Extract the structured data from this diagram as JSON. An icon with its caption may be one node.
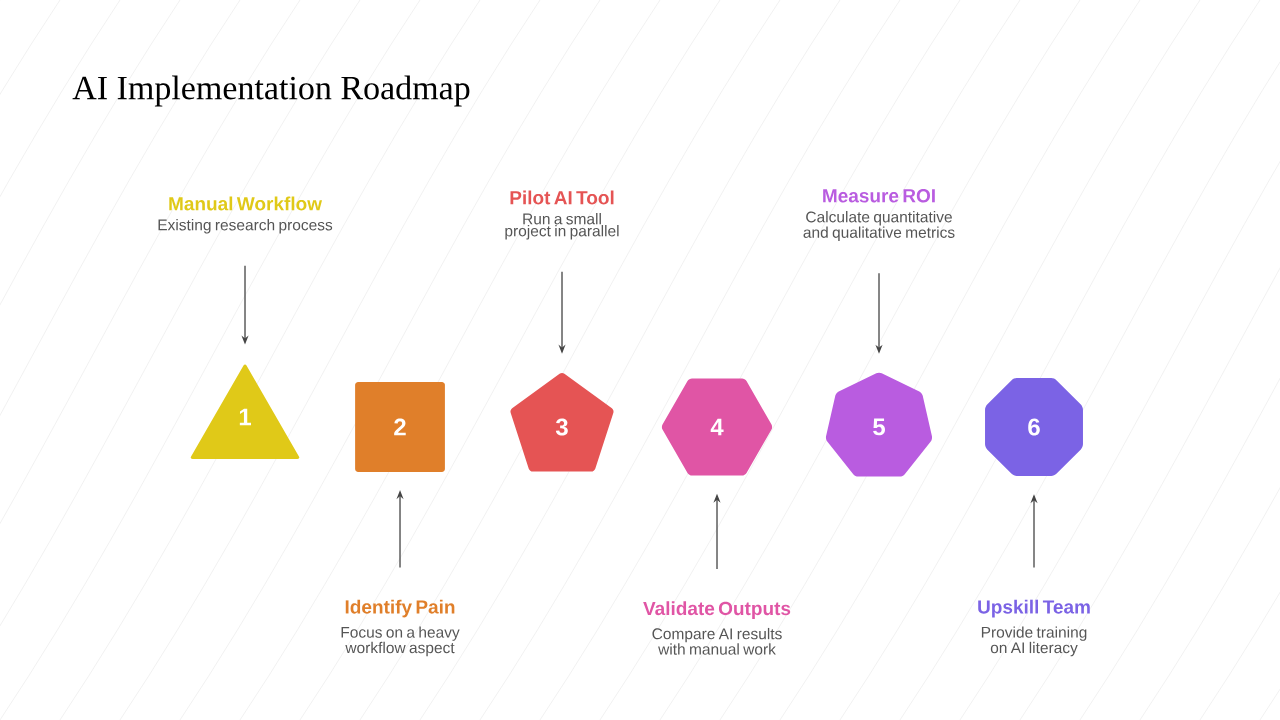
{
  "diagram": {
    "title": "AI Implementation Roadmap",
    "nodes": [
      {
        "text": [
          "Manual Workflow",
          "Existing research process"
        ]
      },
      {
        "text": [
          "Pilot AI Tool",
          "Run a small project in parallel"
        ]
      },
      {
        "text": [
          "Measure ROI",
          "Calculate quantitative and qualitative metrics"
        ]
      },
      {
        "text": [
          "1"
        ]
      },
      {
        "text": [
          "2"
        ]
      },
      {
        "text": [
          "3"
        ]
      },
      {
        "text": [
          "4"
        ]
      },
      {
        "text": [
          "5"
        ]
      },
      {
        "text": [
          "6"
        ]
      },
      {
        "text": [
          "Identify Pain",
          "Focus on a heavy workflow aspect"
        ]
      },
      {
        "text": [
          "Validate Outputs",
          "Compare AI results with manual work"
        ]
      },
      {
        "text": [
          "Upskill Team",
          "Provide training on AI literacy"
        ]
      }
    ],
    "edges": [
      {
        "from": 0,
        "to": 3,
        "arrow": "to"
      },
      {
        "from": 1,
        "to": 5,
        "arrow": "to"
      },
      {
        "from": 2,
        "to": 7,
        "arrow": "to"
      },
      {
        "from": 9,
        "to": 4,
        "arrow": "to"
      },
      {
        "from": 10,
        "to": 6,
        "arrow": "to"
      },
      {
        "from": 11,
        "to": 8,
        "arrow": "to"
      }
    ]
  }
}
